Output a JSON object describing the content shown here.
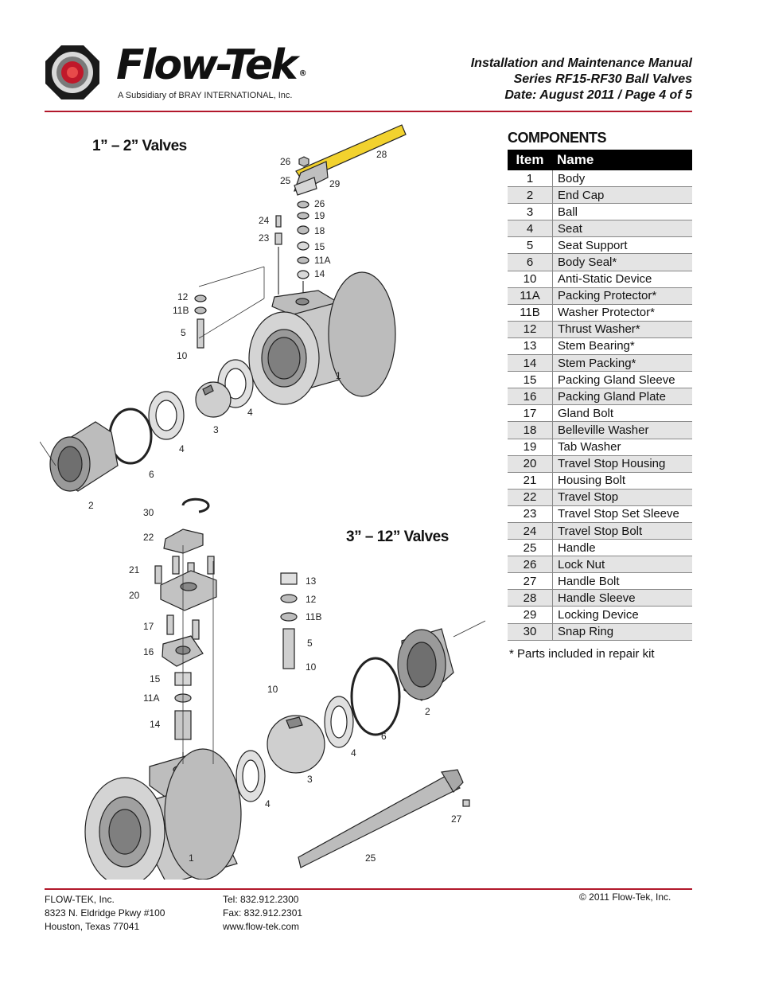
{
  "header": {
    "logo_text": "Flow-Tek",
    "logo_registered": "®",
    "logo_subtitle": "A Subsidiary of BRAY INTERNATIONAL, Inc.",
    "manual_title": "Installation and Maintenance Manual",
    "series": "Series RF15-RF30 Ball Valves",
    "date_page": "Date: August 2011 / Page 4 of 5"
  },
  "sections": {
    "small_valves": "1” – 2” Valves",
    "large_valves": "3” – 12” Valves"
  },
  "components": {
    "title": "COMPONENTS",
    "headers": {
      "item": "Item",
      "name": "Name"
    },
    "rows": [
      {
        "item": "1",
        "name": "Body"
      },
      {
        "item": "2",
        "name": "End Cap"
      },
      {
        "item": "3",
        "name": "Ball"
      },
      {
        "item": "4",
        "name": "Seat"
      },
      {
        "item": "5",
        "name": "Seat Support"
      },
      {
        "item": "6",
        "name": "Body Seal*"
      },
      {
        "item": "10",
        "name": "Anti-Static Device"
      },
      {
        "item": "11A",
        "name": "Packing Protector*"
      },
      {
        "item": "11B",
        "name": "Washer Protector*"
      },
      {
        "item": "12",
        "name": "Thrust Washer*"
      },
      {
        "item": "13",
        "name": "Stem Bearing*"
      },
      {
        "item": "14",
        "name": "Stem Packing*"
      },
      {
        "item": "15",
        "name": "Packing Gland Sleeve"
      },
      {
        "item": "16",
        "name": "Packing Gland Plate"
      },
      {
        "item": "17",
        "name": "Gland Bolt"
      },
      {
        "item": "18",
        "name": "Belleville Washer"
      },
      {
        "item": "19",
        "name": "Tab Washer"
      },
      {
        "item": "20",
        "name": "Travel Stop Housing"
      },
      {
        "item": "21",
        "name": "Housing Bolt"
      },
      {
        "item": "22",
        "name": "Travel Stop"
      },
      {
        "item": "23",
        "name": "Travel Stop Set Sleeve"
      },
      {
        "item": "24",
        "name": "Travel Stop Bolt"
      },
      {
        "item": "25",
        "name": "Handle"
      },
      {
        "item": "26",
        "name": "Lock Nut"
      },
      {
        "item": "27",
        "name": "Handle Bolt"
      },
      {
        "item": "28",
        "name": "Handle Sleeve"
      },
      {
        "item": "29",
        "name": "Locking Device"
      },
      {
        "item": "30",
        "name": "Snap Ring"
      }
    ],
    "note": "* Parts included in repair kit"
  },
  "diagram_small_labels": [
    "26",
    "25",
    "28",
    "29",
    "26",
    "19",
    "24",
    "18",
    "23",
    "15",
    "11A",
    "14",
    "12",
    "11B",
    "5",
    "10",
    "1",
    "4",
    "3",
    "4",
    "6",
    "2"
  ],
  "diagram_large_labels": [
    "30",
    "22",
    "21",
    "20",
    "17",
    "16",
    "15",
    "11A",
    "14",
    "13",
    "12",
    "11B",
    "5",
    "10",
    "10",
    "6",
    "2",
    "4",
    "3",
    "4",
    "27",
    "1",
    "25"
  ],
  "colors": {
    "accent_red": "#b2182b",
    "handle_sleeve": "#f2d22e",
    "metal": "#c9c9c9",
    "table_header": "#000000",
    "table_alt_row": "#e4e4e4"
  },
  "footer": {
    "company": "FLOW-TEK, Inc.",
    "address1": "8323 N. Eldridge Pkwy #100",
    "address2": "Houston, Texas 77041",
    "tel": "Tel: 832.912.2300",
    "fax": "Fax: 832.912.2301",
    "web": "www.flow-tek.com",
    "copyright": "© 2011 Flow-Tek, Inc."
  }
}
